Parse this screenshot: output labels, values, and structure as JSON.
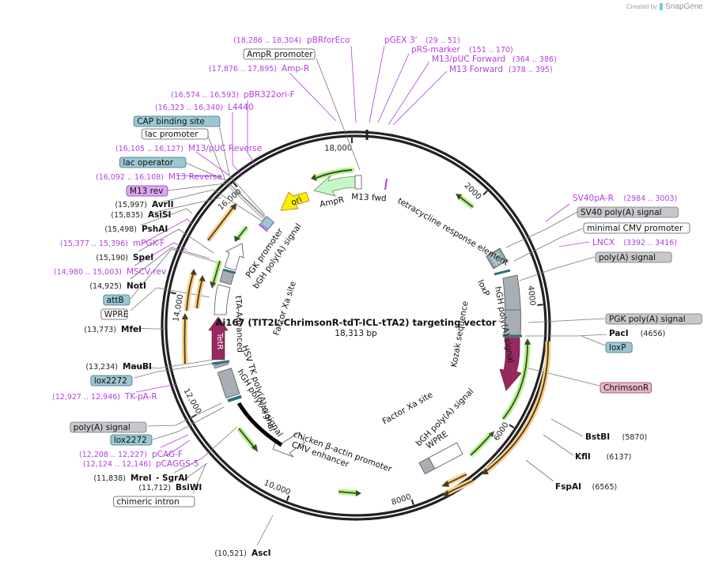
{
  "credit": {
    "prefix": "Created by",
    "brand": "SnapGene"
  },
  "plasmid": {
    "name": "Ai167 (TIT2L-ChrimsonR-tdT-ICL-tTA2) targeting vector",
    "length_label": "18,313 bp",
    "length_bp": 18313
  },
  "ticks": [
    {
      "pos": 2000,
      "label": "2000"
    },
    {
      "pos": 4000,
      "label": "4000"
    },
    {
      "pos": 6000,
      "label": "6000"
    },
    {
      "pos": 8000,
      "label": "8000"
    },
    {
      "pos": 10000,
      "label": "10,000"
    },
    {
      "pos": 12000,
      "label": "12,000"
    },
    {
      "pos": 14000,
      "label": "14,000"
    },
    {
      "pos": 16000,
      "label": "16,000"
    },
    {
      "pos": 18000,
      "label": "18,000"
    }
  ],
  "primers_top": [
    {
      "name": "pBRforEco",
      "coords": "(18,286 .. 18,304)"
    },
    {
      "name": "pGEX 3'",
      "coords": "(29 .. 51)"
    },
    {
      "name": "pRS-marker",
      "coords": "(151 .. 170)"
    },
    {
      "name": "M13/pUC Forward",
      "coords": "(364 .. 386)"
    },
    {
      "name": "M13 Forward",
      "coords": "(378 .. 395)"
    }
  ],
  "left_labels": [
    {
      "kind": "primer",
      "name": "pBRforEco",
      "coords": "(18,286 .. 18,304)"
    },
    {
      "kind": "feature",
      "name": "AmpR promoter",
      "style": "white"
    },
    {
      "kind": "primer",
      "name": "Amp-R",
      "coords": "(17,876 .. 17,895)"
    },
    {
      "kind": "primer",
      "name": "pBR322ori-F",
      "coords": "(16,574 .. 16,593)"
    },
    {
      "kind": "primer",
      "name": "L4440",
      "coords": "(16,323 .. 16,340)"
    },
    {
      "kind": "feature",
      "name": "CAP binding site",
      "style": "teal"
    },
    {
      "kind": "feature",
      "name": "lac promoter",
      "style": "white"
    },
    {
      "kind": "primer",
      "name": "M13/pUC Reverse",
      "coords": "(16,105 .. 16,127)"
    },
    {
      "kind": "feature",
      "name": "lac operator",
      "style": "teal"
    },
    {
      "kind": "primer",
      "name": "M13 Reverse",
      "coords": "(16,092 .. 16,108)"
    },
    {
      "kind": "feature",
      "name": "M13 rev",
      "style": "violet"
    },
    {
      "kind": "enzyme",
      "name": "AvrII",
      "coords": "(15,997)"
    },
    {
      "kind": "enzyme",
      "name": "AsiSI",
      "coords": "(15,835)"
    },
    {
      "kind": "enzyme",
      "name": "PshAI",
      "coords": "(15,498)"
    },
    {
      "kind": "primer",
      "name": "mPGK-F",
      "coords": "(15,377 .. 15,396)"
    },
    {
      "kind": "enzyme",
      "name": "SpeI",
      "coords": "(15,190)"
    },
    {
      "kind": "primer",
      "name": "MSCV-rev",
      "coords": "(14,980 .. 15,003)"
    },
    {
      "kind": "enzyme",
      "name": "NotI",
      "coords": "(14,925)"
    },
    {
      "kind": "feature",
      "name": "attB",
      "style": "teal"
    },
    {
      "kind": "feature",
      "name": "WPRE",
      "style": "white"
    },
    {
      "kind": "enzyme",
      "name": "MfeI",
      "coords": "(13,773)"
    },
    {
      "kind": "enzyme",
      "name": "MauBI",
      "coords": "(13,234)"
    },
    {
      "kind": "feature",
      "name": "lox2272",
      "style": "teal"
    },
    {
      "kind": "primer",
      "name": "TK-pA-R",
      "coords": "(12,927 .. 12,946)"
    },
    {
      "kind": "feature",
      "name": "poly(A) signal",
      "style": "gray"
    },
    {
      "kind": "feature",
      "name": "lox2272",
      "style": "teal"
    },
    {
      "kind": "primer",
      "name": "pCAG-F",
      "coords": "(12,208 .. 12,227)"
    },
    {
      "kind": "primer",
      "name": "pCAGGS-5",
      "coords": "(12,124 .. 12,146)"
    },
    {
      "kind": "enzyme",
      "name": "MreI",
      "coords": "(11,838)",
      "extra": "- SgrAI"
    },
    {
      "kind": "enzyme",
      "name": "BsiWI",
      "coords": "(11,712)"
    },
    {
      "kind": "feature",
      "name": "chimeric intron",
      "style": "white"
    },
    {
      "kind": "enzyme",
      "name": "AscI",
      "coords": "(10,521)"
    }
  ],
  "right_labels": [
    {
      "kind": "primer",
      "name": "SV40pA-R",
      "coords": "(2984 .. 3003)"
    },
    {
      "kind": "feature",
      "name": "SV40 poly(A) signal",
      "style": "gray"
    },
    {
      "kind": "feature",
      "name": "minimal CMV promoter",
      "style": "white"
    },
    {
      "kind": "primer",
      "name": "LNCX",
      "coords": "(3392 .. 3416)"
    },
    {
      "kind": "feature",
      "name": "poly(A) signal",
      "style": "gray"
    },
    {
      "kind": "feature",
      "name": "PGK poly(A) signal",
      "style": "gray"
    },
    {
      "kind": "enzyme",
      "name": "PacI",
      "coords": "(4656)"
    },
    {
      "kind": "feature",
      "name": "loxP",
      "style": "teal"
    },
    {
      "kind": "feature",
      "name": "ChrimsonR",
      "style": "pink"
    },
    {
      "kind": "enzyme",
      "name": "BstBI",
      "coords": "(5870)"
    },
    {
      "kind": "enzyme",
      "name": "KflI",
      "coords": "(6137)"
    },
    {
      "kind": "enzyme",
      "name": "FspAI",
      "coords": "(6565)"
    }
  ],
  "inner_labels": {
    "ori": "ori",
    "ampr": "AmpR",
    "m13fwd": "M13 fwd",
    "tre": "tetracycline response element",
    "loxp": "loxP",
    "hgh1": "hGH poly(A) signal",
    "kozak": "Kozak sequence",
    "fxa1": "Factor Xa site",
    "bgh1": "bGH poly(A) signal",
    "wpre": "WPRE",
    "cba": "chicken β-actin promoter",
    "cmv": "CMV enhancer",
    "hgh2": "hGH poly(A) signal",
    "hsvtk": "HSV TK poly(A) signal",
    "tta": "tTA-Advanced",
    "tetr": "TetR",
    "fxa2": "Factor Xa site",
    "pgk": "PGK promoter",
    "bgh2": "bGH poly(A) signal"
  },
  "colors": {
    "primer": "#b23fe0",
    "teal_box": "#9cc7d1",
    "gray_box": "#c5c8cc",
    "violet_box": "#dba8f0",
    "pink_box": "#e6b8c8",
    "orf_green": "#b6f28a",
    "orf_orange": "#fbcf8a",
    "feature_purple": "#96295f",
    "ori_yellow": "#ffee00",
    "ampr_green": "#c5f7c8"
  }
}
